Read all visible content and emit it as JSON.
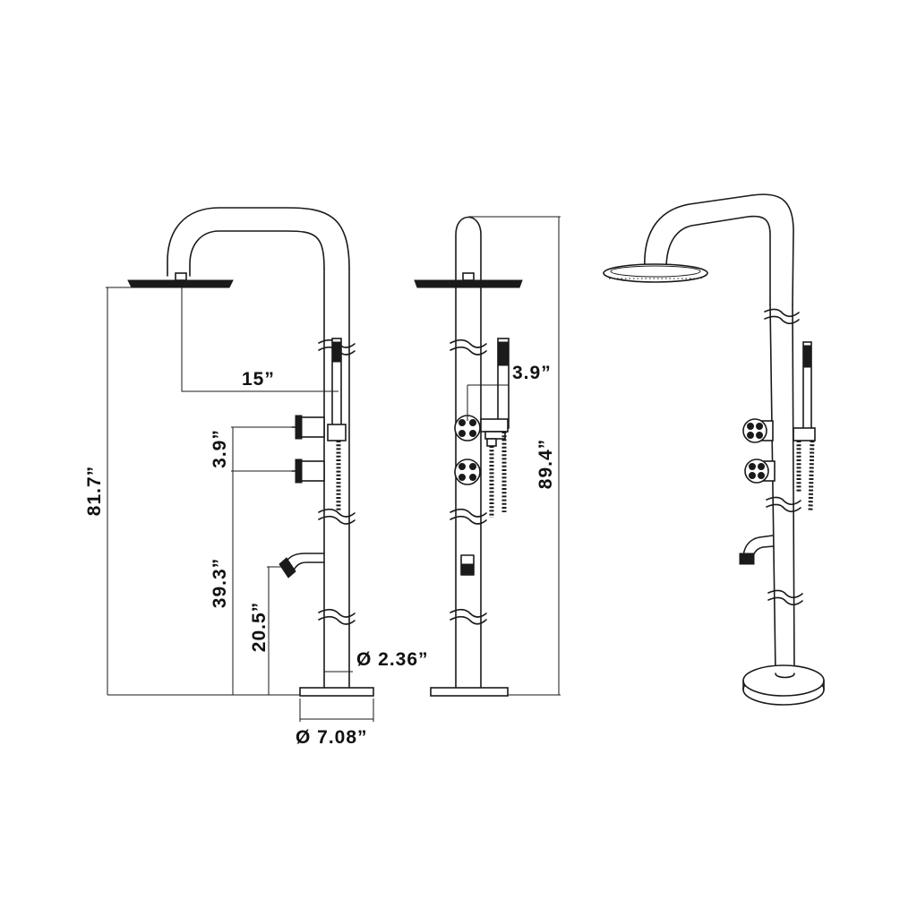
{
  "dimensions": {
    "outlet_reach": "15”",
    "valve_spacing_front": "3.9”",
    "overall_height_to_head": "81.7”",
    "valve_height": "39.3”",
    "spout_height": "20.5”",
    "pipe_diameter": "Ø 2.36”",
    "base_diameter": "Ø 7.08”",
    "handshower_offset": "3.9”",
    "overall_height": "89.4”"
  },
  "views": [
    "front-view",
    "side-view",
    "perspective-view"
  ]
}
